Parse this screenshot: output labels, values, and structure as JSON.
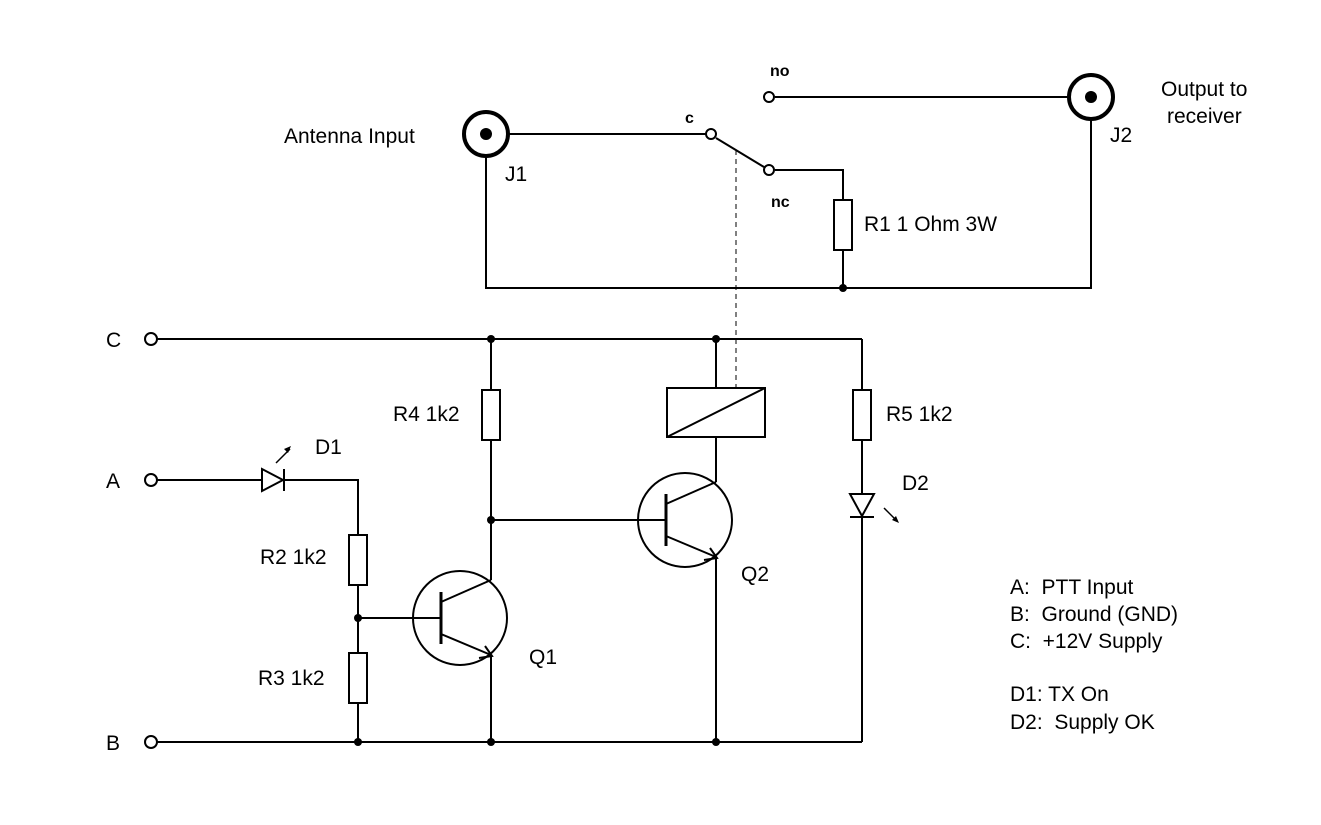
{
  "labels": {
    "antenna_input": "Antenna Input",
    "j1": "J1",
    "j2": "J2",
    "output_line1": "Output to",
    "output_line2": "receiver",
    "sw_c": "c",
    "sw_no": "no",
    "sw_nc": "nc",
    "r1": "R1 1 Ohm 3W",
    "r2": "R2 1k2",
    "r3": "R3 1k2",
    "r4": "R4 1k2",
    "r5": "R5 1k2",
    "d1": "D1",
    "d2": "D2",
    "q1": "Q1",
    "q2": "Q2",
    "term_a": "A",
    "term_b": "B",
    "term_c": "C"
  },
  "legend": [
    "A:  PTT Input",
    "B:  Ground (GND)",
    "C:  +12V Supply",
    "D1: TX On",
    "D2:  Supply OK"
  ]
}
